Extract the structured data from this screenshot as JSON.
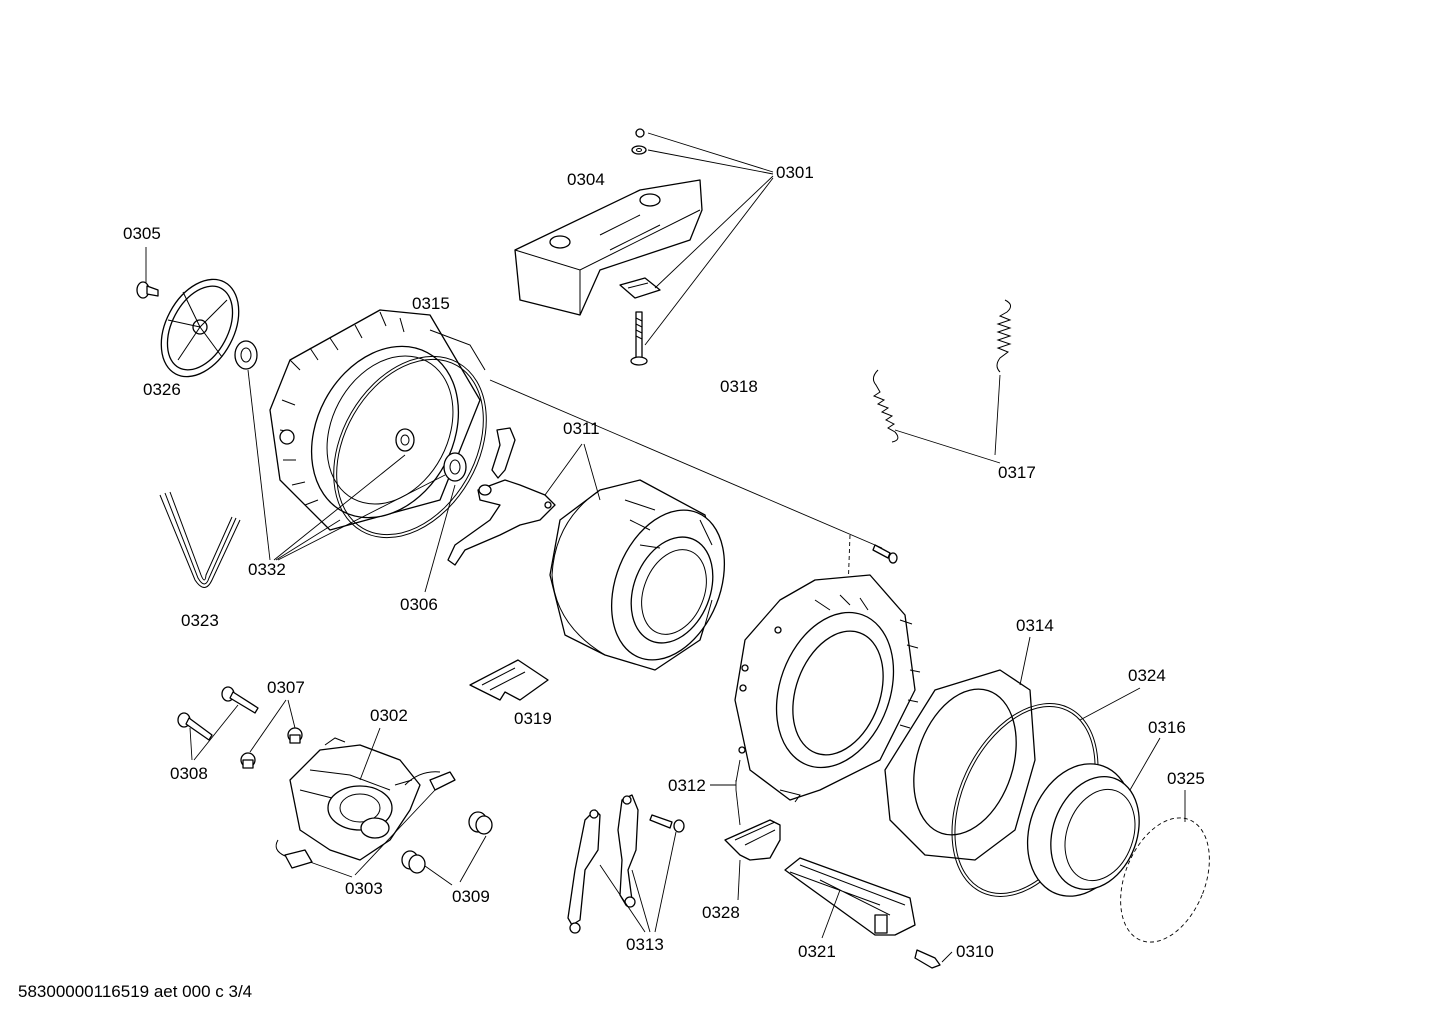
{
  "diagram": {
    "labels": {
      "p0301": "0301",
      "p0302": "0302",
      "p0303": "0303",
      "p0304": "0304",
      "p0305": "0305",
      "p0306": "0306",
      "p0307": "0307",
      "p0308": "0308",
      "p0309": "0309",
      "p0310": "0310",
      "p0311": "0311",
      "p0312": "0312",
      "p0313": "0313",
      "p0314": "0314",
      "p0315": "0315",
      "p0316": "0316",
      "p0317": "0317",
      "p0318": "0318",
      "p0319": "0319",
      "p0321": "0321",
      "p0323": "0323",
      "p0324": "0324",
      "p0325": "0325",
      "p0326": "0326",
      "p0328": "0328",
      "p0332": "0332"
    },
    "footer": "58300000116519 aet 000 c 3/4"
  }
}
